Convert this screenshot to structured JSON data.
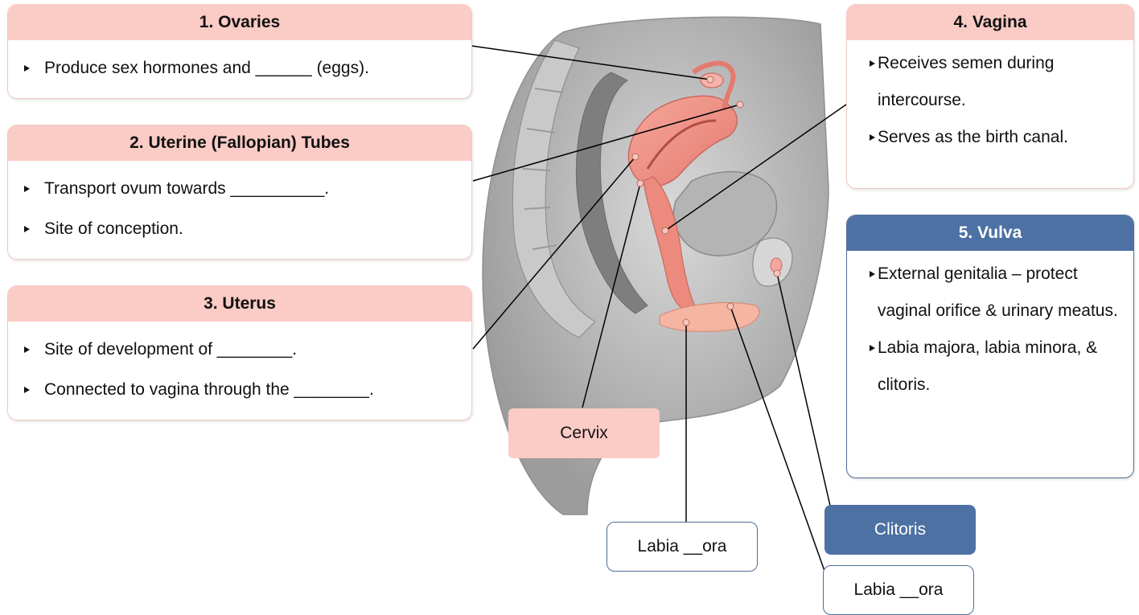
{
  "cards": {
    "ovaries": {
      "title": "1. Ovaries",
      "items": [
        "Produce sex hormones and ______ (eggs)."
      ]
    },
    "tubes": {
      "title": "2. Uterine (Fallopian) Tubes",
      "items": [
        "Transport ovum towards __________.",
        "Site of conception."
      ]
    },
    "uterus": {
      "title": "3. Uterus",
      "items": [
        "Site of development of ________.",
        "Connected to vagina through the ________."
      ]
    },
    "vagina": {
      "title": "4. Vagina",
      "items": [
        "Receives semen during intercourse.",
        "Serves as the birth canal."
      ]
    },
    "vulva": {
      "title": "5. Vulva",
      "items": [
        "External genitalia – protect vaginal orifice & urinary meatus.",
        "Labia majora, labia minora, & clitoris."
      ]
    }
  },
  "labels": {
    "cervix": "Cervix",
    "labia_1": "Labia __ora",
    "clitoris": "Clitoris",
    "labia_2": "Labia __ora"
  },
  "colors": {
    "pink_header": "#fbcbc6",
    "blue_header": "#4d71a3",
    "organ": "#ef8f84"
  }
}
